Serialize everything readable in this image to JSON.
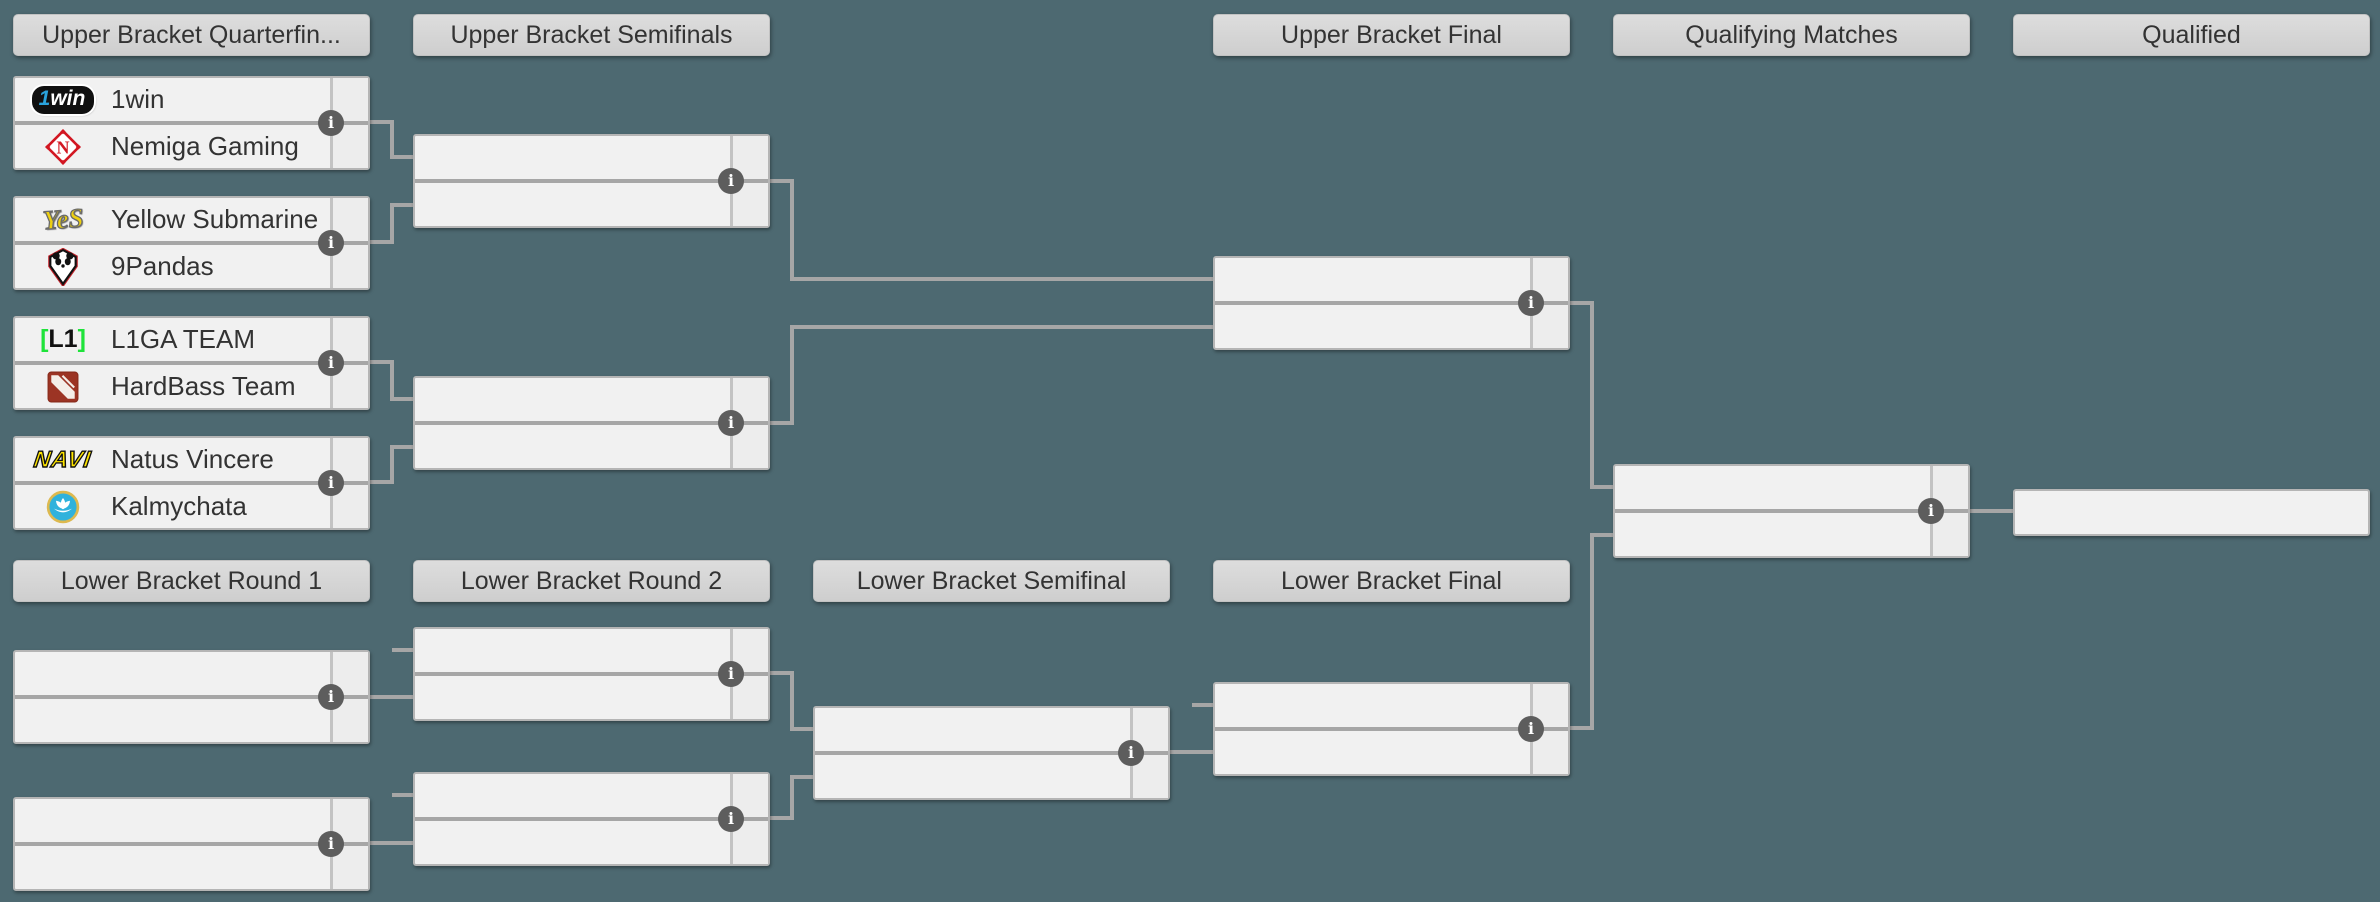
{
  "colors": {
    "background": "#4d6971",
    "box_fill": "#f1f1f1",
    "header_fill": "#d4d4d4",
    "connector_line": "#a6a6a6",
    "info_icon_bg": "#5d5d5d",
    "team_text": "#333333",
    "logo_1win_accent": "#2aa3dc",
    "logo_nemiga_red": "#d21722",
    "logo_yes_yellow": "#edd011",
    "logo_l1ga_green": "#1fe33a",
    "logo_dota_red": "#9c3424",
    "logo_navi_yellow": "#ffe500",
    "logo_kalmychata_teal": "#2fb2dc"
  },
  "icons": {
    "info_glyph": "i"
  },
  "headers": {
    "upper_bracket_quarterfinals": "Upper Bracket Quarterfin...",
    "upper_bracket_semifinals": "Upper Bracket Semifinals",
    "upper_bracket_final": "Upper Bracket Final",
    "qualifying_matches": "Qualifying Matches",
    "qualified": "Qualified",
    "lower_bracket_round_1": "Lower Bracket Round 1",
    "lower_bracket_round_2": "Lower Bracket Round 2",
    "lower_bracket_semifinal": "Lower Bracket Semifinal",
    "lower_bracket_final": "Lower Bracket Final"
  },
  "teams": {
    "win1": {
      "name": "1win",
      "logo_part_1": "1",
      "logo_part_2": "win"
    },
    "nemiga": {
      "name": "Nemiga Gaming",
      "logo_letter": "N"
    },
    "yellow_submarine": {
      "name": "Yellow Submarine",
      "logo_text": "YeS"
    },
    "pandas9": {
      "name": "9Pandas"
    },
    "l1ga": {
      "name": "L1GA TEAM",
      "logo_open": "[",
      "logo_core": "L1",
      "logo_close": "]"
    },
    "hardbass": {
      "name": "HardBass Team"
    },
    "navi": {
      "name": "Natus Vincere",
      "logo_text": "NAVI"
    },
    "kalmychata": {
      "name": "Kalmychata"
    }
  },
  "bracket": {
    "upper_quarterfinals": [
      {
        "top": "1win",
        "bottom": "Nemiga Gaming"
      },
      {
        "top": "Yellow Submarine",
        "bottom": "9Pandas"
      },
      {
        "top": "L1GA TEAM",
        "bottom": "HardBass Team"
      },
      {
        "top": "Natus Vincere",
        "bottom": "Kalmychata"
      }
    ],
    "empty_rounds": [
      "Upper Bracket Semifinals",
      "Upper Bracket Final",
      "Qualifying Matches",
      "Qualified",
      "Lower Bracket Round 1",
      "Lower Bracket Round 2",
      "Lower Bracket Semifinal",
      "Lower Bracket Final"
    ]
  }
}
